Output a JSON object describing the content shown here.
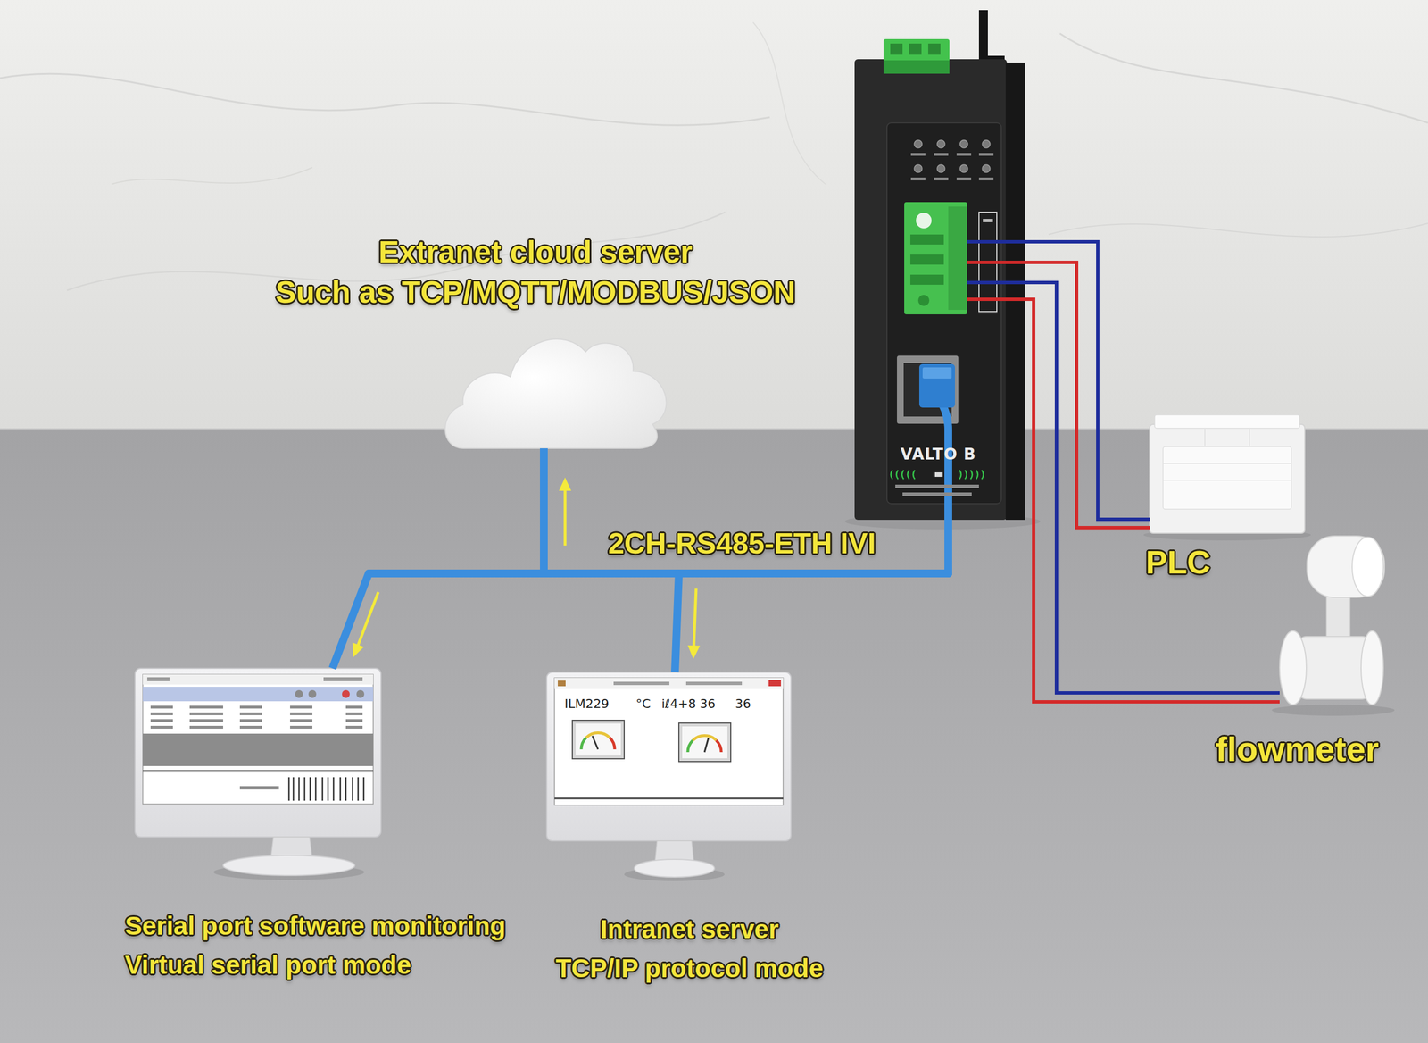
{
  "diagram": {
    "nodes": [
      {
        "text": [
          "Extranet cloud server",
          "Such as TCP/MQTT/MODBUS/JSON"
        ]
      },
      {
        "text": [
          "VALTO B"
        ]
      },
      {
        "text": [
          "PLC"
        ]
      },
      {
        "text": [
          "flowmeter"
        ]
      },
      {
        "text": [
          "Serial port software monitoring",
          "Virtual serial port mode"
        ]
      },
      {
        "text": [
          "Intranet server",
          "TCP/IP protocol mode"
        ]
      }
    ],
    "edges": [
      {
        "from": 1,
        "to": 0,
        "arrow": "to"
      },
      {
        "from": 1,
        "to": 4,
        "arrow": "to"
      },
      {
        "from": 1,
        "to": 5,
        "arrow": "to"
      },
      {
        "from": 1,
        "to": 2,
        "arrow": "none"
      },
      {
        "from": 1,
        "to": 3,
        "arrow": "none"
      }
    ],
    "labels": [
      "2CH-RS485-ETH IVI",
      "ILM229",
      "°C",
      "iℓ4+8 36",
      "36"
    ]
  }
}
